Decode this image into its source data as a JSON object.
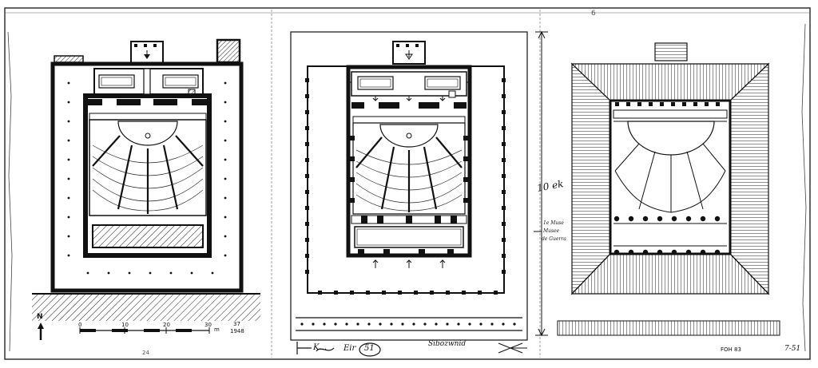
{
  "north_label": "N",
  "scale_bar": {
    "ticks": [
      "0",
      "10",
      "20",
      "30"
    ],
    "unit": "m"
  },
  "plan_ref": [
    "37",
    "1948"
  ],
  "side_note_dim": "10 ek",
  "side_note_marks": [
    "1e Muse",
    "Musee",
    "de Guerra"
  ],
  "margin_marks": {
    "left": "24",
    "right": "6"
  },
  "bottom_annotations": {
    "left_scrawl": "K...",
    "plate_prefix": "Eir",
    "plate_no": "51",
    "caption": "Sibozwnid",
    "code": "FOH 83",
    "sheet_no": "7-51"
  }
}
